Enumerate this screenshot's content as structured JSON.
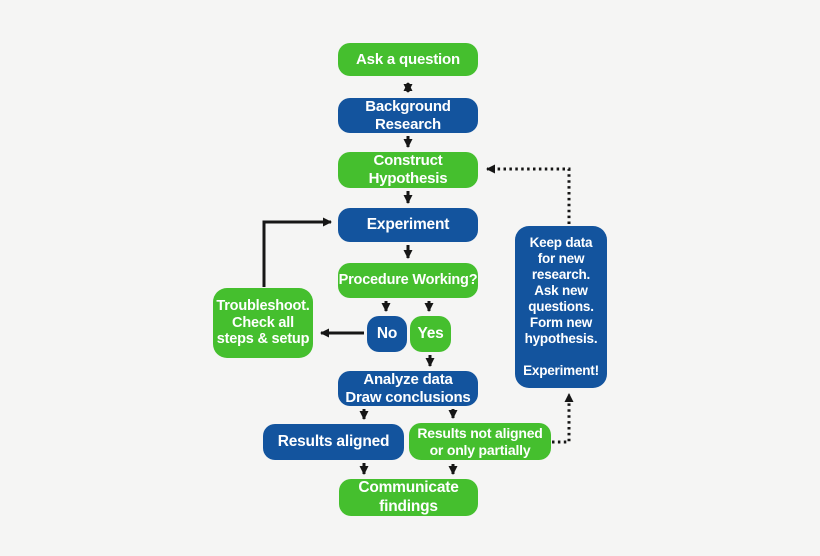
{
  "theme": {
    "bg": "#f5f5f4",
    "green": "#45bf2e",
    "blue": "#13549e",
    "ink": "#161616",
    "text": "#ffffff"
  },
  "nodes": {
    "ask_question": {
      "label": "Ask a question"
    },
    "background_research": {
      "label": "Background\nResearch"
    },
    "construct_hypothesis": {
      "label": "Construct\nHypothesis"
    },
    "experiment": {
      "label": "Experiment"
    },
    "procedure_working": {
      "label": "Procedure Working?"
    },
    "no": {
      "label": "No"
    },
    "yes": {
      "label": "Yes"
    },
    "troubleshoot": {
      "label": "Troubleshoot.\nCheck all\nsteps & setup"
    },
    "analyze": {
      "label": "Analyze data\nDraw conclusions"
    },
    "results_aligned": {
      "label": "Results aligned"
    },
    "results_not_aligned": {
      "label": "Results not aligned\nor only partially"
    },
    "communicate": {
      "label": "Communicate\nfindings"
    },
    "keep_data": {
      "label": "Keep data\nfor new\nresearch.\nAsk new\nquestions.\nForm new\nhypothesis.\n\nExperiment!"
    }
  }
}
